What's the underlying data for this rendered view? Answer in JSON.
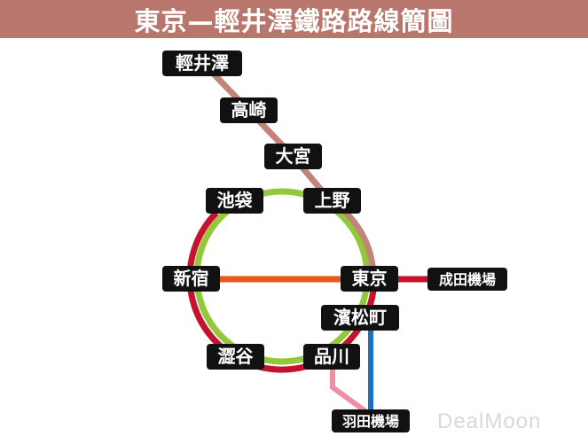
{
  "title": "東京—輕井澤鐵路路線簡圖",
  "stations": {
    "karuizawa": "輕井澤",
    "takasaki": "高崎",
    "omiya": "大宮",
    "ikebukuro": "池袋",
    "ueno": "上野",
    "shinjuku": "新宿",
    "tokyo": "東京",
    "hamamatsucho": "濱松町",
    "shibuya": "澀谷",
    "shinagawa": "品川",
    "narita": "成田機場",
    "haneda": "羽田機場"
  },
  "watermark": "DealMoon",
  "colors": {
    "title_bar": "#b9766c",
    "shinkansen": "#c08578",
    "yamanote": "#93c83a",
    "red_line": "#c4122f",
    "chuo": "#e85a1c",
    "monorail": "#1d6fc0",
    "keikyu": "#ef8fa6"
  }
}
